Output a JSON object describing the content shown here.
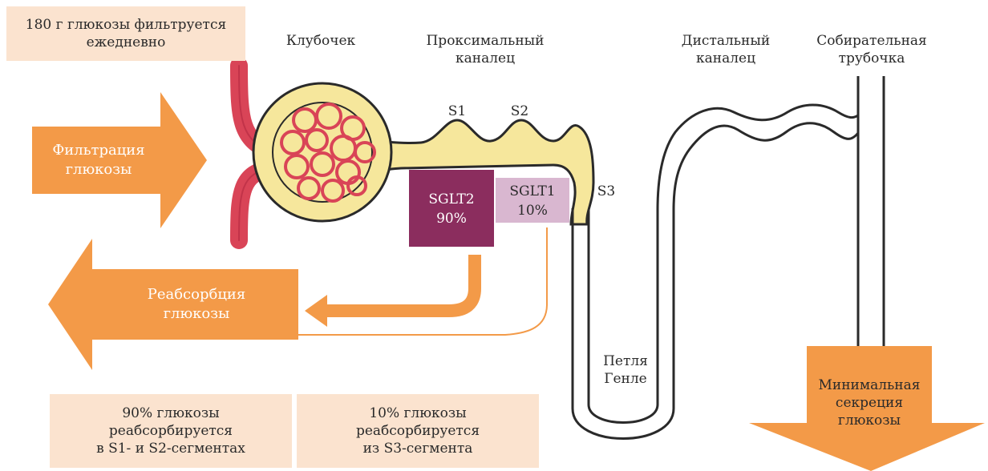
{
  "top_note": "180 г глюкозы фильтруется\nежедневно",
  "labels": {
    "glomerulus": "Клубочек",
    "proximal": "Проксимальный\nканалец",
    "distal": "Дистальный\nканалец",
    "collecting": "Собирательная\nтрубочка",
    "loop": "Петля\nГенле"
  },
  "segments": {
    "s1": "S1",
    "s2": "S2",
    "s3": "S3"
  },
  "transporters": {
    "sglt2": {
      "name": "SGLT2",
      "share": "90%"
    },
    "sglt1": {
      "name": "SGLT1",
      "share": "10%"
    }
  },
  "arrows": {
    "filtration": "Фильтрация\nглюкозы",
    "reabsorption": "Реабсорбция\nглюкозы",
    "secretion": "Минимальная\nсекреция\nглюкозы"
  },
  "notes": {
    "s1_s2": "90% глюкозы\nреабсорбируется\nв S1- и S2-сегментах",
    "s3": "10% глюкозы\nреабсорбируется\nиз S3-сегмента"
  },
  "colors": {
    "orange": "#f39a48",
    "peach": "#fbe3cf",
    "sglt2": "#8b2d5e",
    "sglt1": "#d9b7d0",
    "tubule": "#f6e79c",
    "vessel": "#d94457"
  }
}
